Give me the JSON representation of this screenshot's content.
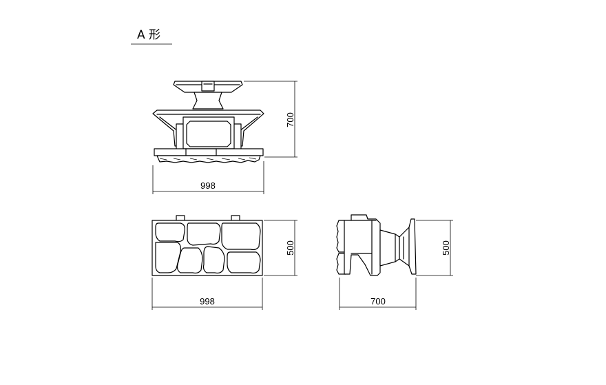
{
  "title": "A 形",
  "front_view": {
    "width_label": "998",
    "height_label": "700"
  },
  "plan_view": {
    "width_label": "998",
    "depth_label": "500"
  },
  "side_view": {
    "depth_label": "700",
    "height_label": "500"
  }
}
